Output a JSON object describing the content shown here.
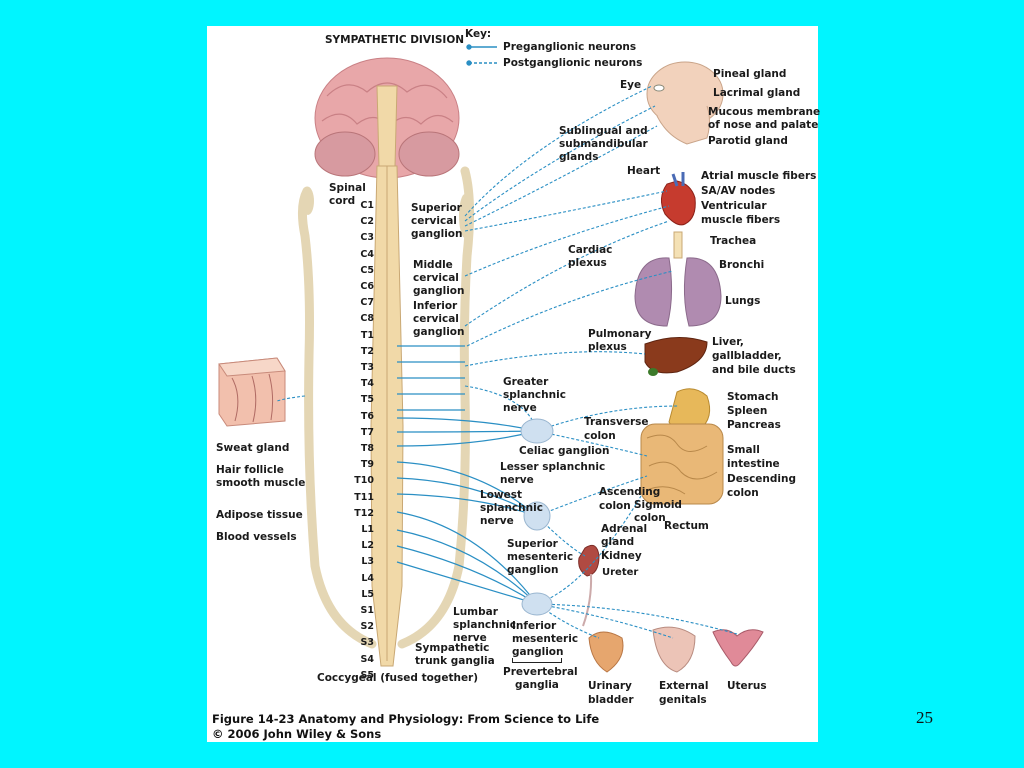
{
  "slide_number": "25",
  "figure": {
    "title": "SYMPATHETIC DIVISION",
    "key": {
      "title": "Key:",
      "items": [
        "Preganglionic neurons",
        "Postganglionic neurons"
      ]
    },
    "caption": {
      "line1": "Figure 14-23  Anatomy and Physiology: From Science to Life",
      "line2": "© 2006 John Wiley & Sons"
    },
    "colors": {
      "neuron": "#2a8fc4",
      "cord": "#f1d9a8",
      "background": "#00F5FF"
    },
    "cord_labels": {
      "spinal_cord": [
        "Spinal",
        "cord"
      ],
      "segments": [
        "C1",
        "C2",
        "C3",
        "C4",
        "C5",
        "C6",
        "C7",
        "C8",
        "T1",
        "T2",
        "T3",
        "T4",
        "T5",
        "T6",
        "T7",
        "T8",
        "T9",
        "T10",
        "T11",
        "T12",
        "L1",
        "L2",
        "L3",
        "L4",
        "L5",
        "S1",
        "S2",
        "S3",
        "S4",
        "S5"
      ],
      "coccygeal": "Coccygeal (fused together)",
      "trunk_ganglia": [
        "Sympathetic",
        "trunk ganglia"
      ]
    },
    "ganglia_labels": {
      "superior_cervical": [
        "Superior",
        "cervical",
        "ganglion"
      ],
      "middle_cervical": [
        "Middle",
        "cervical",
        "ganglion"
      ],
      "inferior_cervical": [
        "Inferior",
        "cervical",
        "ganglion"
      ],
      "cardiac_plexus": [
        "Cardiac",
        "plexus"
      ],
      "pulmonary_plexus": [
        "Pulmonary",
        "plexus"
      ],
      "greater_splanchnic": [
        "Greater",
        "splanchnic",
        "nerve"
      ],
      "celiac_ganglion": "Celiac ganglion",
      "lesser_splanchnic": [
        "Lesser splanchnic",
        "nerve"
      ],
      "lowest_splanchnic": [
        "Lowest",
        "splanchnic",
        "nerve"
      ],
      "superior_mesenteric": [
        "Superior",
        "mesenteric",
        "ganglion"
      ],
      "lumbar_splanchnic": [
        "Lumbar",
        "splanchnic",
        "nerve"
      ],
      "inferior_mesenteric": [
        "Inferior",
        "mesenteric",
        "ganglion"
      ],
      "prevertebral": [
        "Prevertebral",
        "ganglia"
      ]
    },
    "skin_labels": {
      "sweat_gland": "Sweat gland",
      "hair_follicle": [
        "Hair follicle",
        "smooth muscle"
      ],
      "adipose": "Adipose tissue",
      "blood_vessels": "Blood vessels"
    },
    "organ_labels": {
      "eye": "Eye",
      "pineal": "Pineal gland",
      "lacrimal": "Lacrimal gland",
      "mucous": [
        "Mucous membrane",
        "of nose and palate"
      ],
      "parotid": "Parotid gland",
      "sublingual": [
        "Sublingual and",
        "submandibular",
        "glands"
      ],
      "heart": "Heart",
      "heart_parts": [
        "Atrial muscle fibers",
        "SA/AV nodes",
        "Ventricular",
        "muscle fibers"
      ],
      "trachea": "Trachea",
      "bronchi": "Bronchi",
      "lungs": "Lungs",
      "liver": [
        "Liver,",
        "gallbladder,",
        "and bile ducts"
      ],
      "stomach": [
        "Stomach",
        "Spleen",
        "Pancreas"
      ],
      "transverse_colon": [
        "Transverse",
        "colon"
      ],
      "small_intestine": [
        "Small",
        "intestine",
        "Descending",
        "colon"
      ],
      "ascending_colon": [
        "Ascending",
        "colon"
      ],
      "sigmoid_colon": [
        "Sigmoid",
        "colon"
      ],
      "rectum": "Rectum",
      "adrenal": [
        "Adrenal",
        "gland"
      ],
      "kidney": "Kidney",
      "ureter": "Ureter",
      "urinary_bladder": [
        "Urinary",
        "bladder"
      ],
      "external_genitals": [
        "External",
        "genitals"
      ],
      "uterus": "Uterus"
    }
  }
}
